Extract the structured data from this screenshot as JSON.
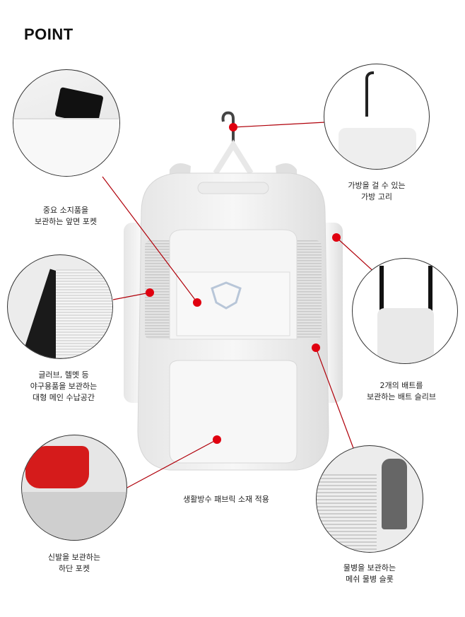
{
  "title": "POINT",
  "features": [
    {
      "id": "front-pocket",
      "lines": [
        "중요 소지품을",
        "보관하는 앞면 포켓"
      ]
    },
    {
      "id": "hook",
      "lines": [
        "가방을 걸 수 있는",
        "가방 고리"
      ]
    },
    {
      "id": "main-compartment",
      "lines": [
        "글러브, 헬멧 등",
        "야구용품을 보관하는",
        "대형 메인 수납공간"
      ]
    },
    {
      "id": "bat-sleeve",
      "lines": [
        "2개의 배트를",
        "보관하는 배트 슬리브"
      ]
    },
    {
      "id": "fabric",
      "lines": [
        "생활방수 패브릭 소재 적용"
      ]
    },
    {
      "id": "bottom-pocket",
      "lines": [
        "신발을 보관하는",
        "하단 포켓"
      ]
    },
    {
      "id": "bottle-slot",
      "lines": [
        "물병을 보관하는",
        "메쉬 물병 슬롯"
      ]
    }
  ],
  "colors": {
    "accent": "#e0000f",
    "line": "#b0000a",
    "outline": "#333333"
  }
}
